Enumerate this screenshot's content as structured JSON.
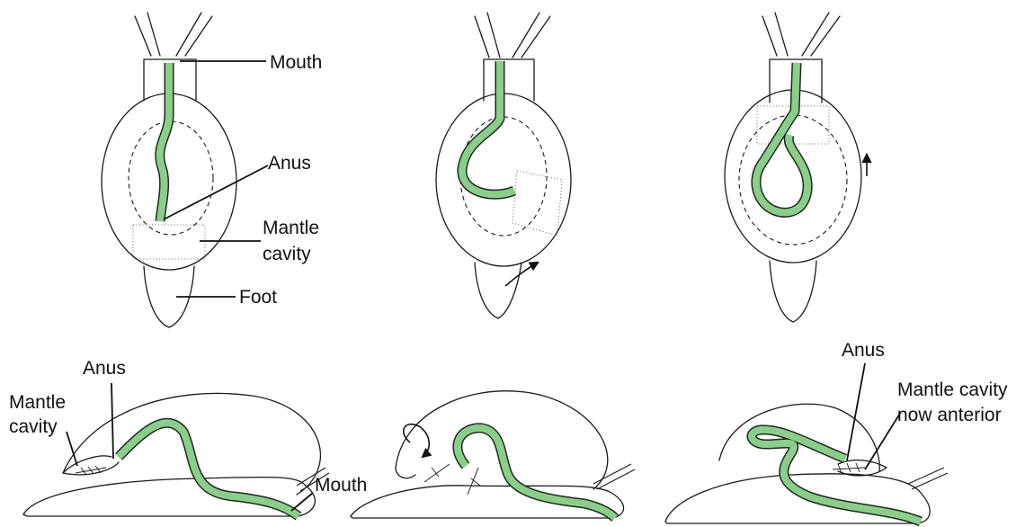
{
  "colors": {
    "gut": "#8ccd8c",
    "outline": "#1a1a1a",
    "background": "#ffffff"
  },
  "labels": {
    "mouth_top": "Mouth",
    "anus_top": "Anus",
    "mantle_top_line1": "Mantle",
    "mantle_top_line2": "cavity",
    "foot": "Foot",
    "anus_bottom_left": "Anus",
    "mantle_bottom_left_line1": "Mantle",
    "mantle_bottom_left_line2": "cavity",
    "mouth_bottom": "Mouth",
    "anus_bottom_right": "Anus",
    "mantle_anterior_line1": "Mantle cavity",
    "mantle_anterior_line2": "now anterior"
  },
  "icons": {
    "torsion_arrow": "curved-arrow-icon"
  }
}
